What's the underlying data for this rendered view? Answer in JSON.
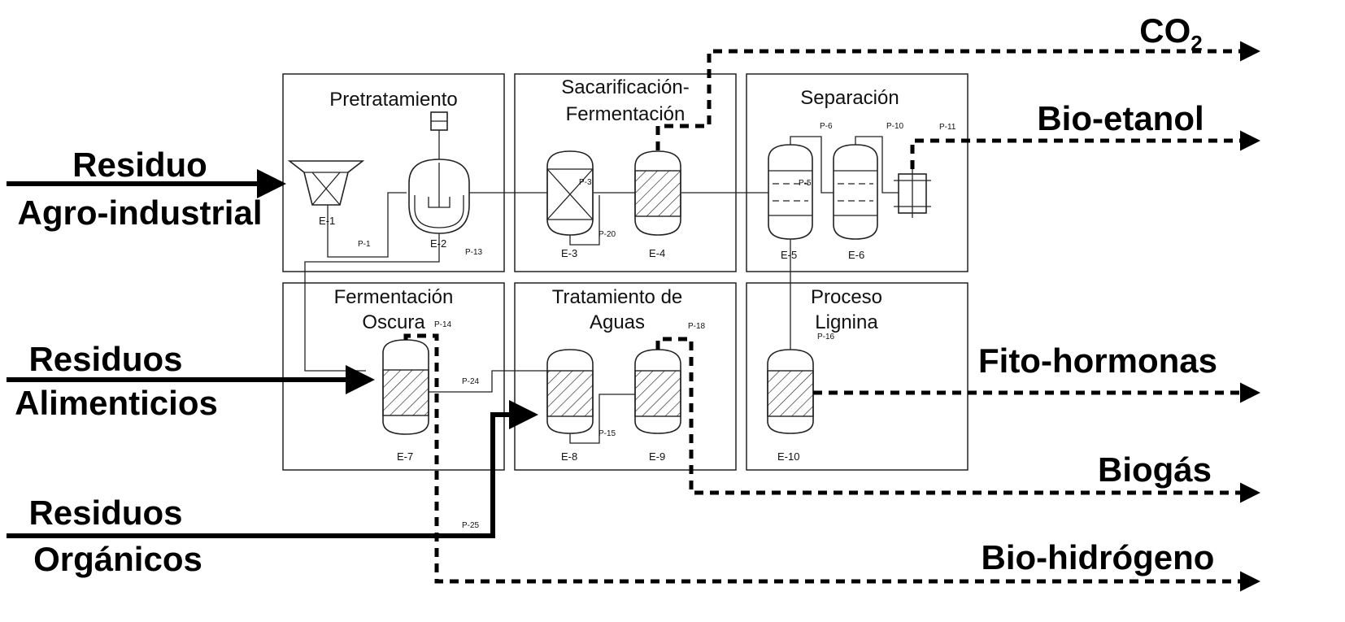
{
  "areas": {
    "pretratamiento": [
      "Pretratamiento"
    ],
    "sacarificacion": [
      "Sacarificación-",
      "Fermentación"
    ],
    "separacion": [
      "Separación"
    ],
    "fermentacion_oscura": [
      "Fermentación",
      "Oscura"
    ],
    "tratamiento_aguas": [
      "Tratamiento de",
      "Aguas"
    ],
    "proceso_lignina": [
      "Proceso",
      "Lignina"
    ]
  },
  "equipment": {
    "e1": "E-1",
    "e2": "E-2",
    "e3": "E-3",
    "e4": "E-4",
    "e5": "E-5",
    "e6": "E-6",
    "e7": "E-7",
    "e8": "E-8",
    "e9": "E-9",
    "e10": "E-10"
  },
  "pipes": {
    "p1": "P-1",
    "p3": "P-3",
    "p5": "P-5",
    "p6": "P-6",
    "p10": "P-10",
    "p11": "P-11",
    "p13": "P-13",
    "p14": "P-14",
    "p15": "P-15",
    "p16": "P-16",
    "p18": "P-18",
    "p20": "P-20",
    "p24": "P-24",
    "p25": "P-25"
  },
  "inputs": {
    "residuo_agro": [
      "Residuo",
      "Agro-industrial"
    ],
    "residuos_alimenticios": [
      "Residuos",
      "Alimenticios"
    ],
    "residuos_organicos": [
      "Residuos",
      "Orgánicos"
    ]
  },
  "outputs": {
    "co2_main": "CO",
    "co2_sub": "2",
    "bioetanol": "Bio-etanol",
    "fitohormonas": "Fito-hormonas",
    "biogas": "Biogás",
    "biohidrogeno": "Bio-hidrógeno"
  }
}
